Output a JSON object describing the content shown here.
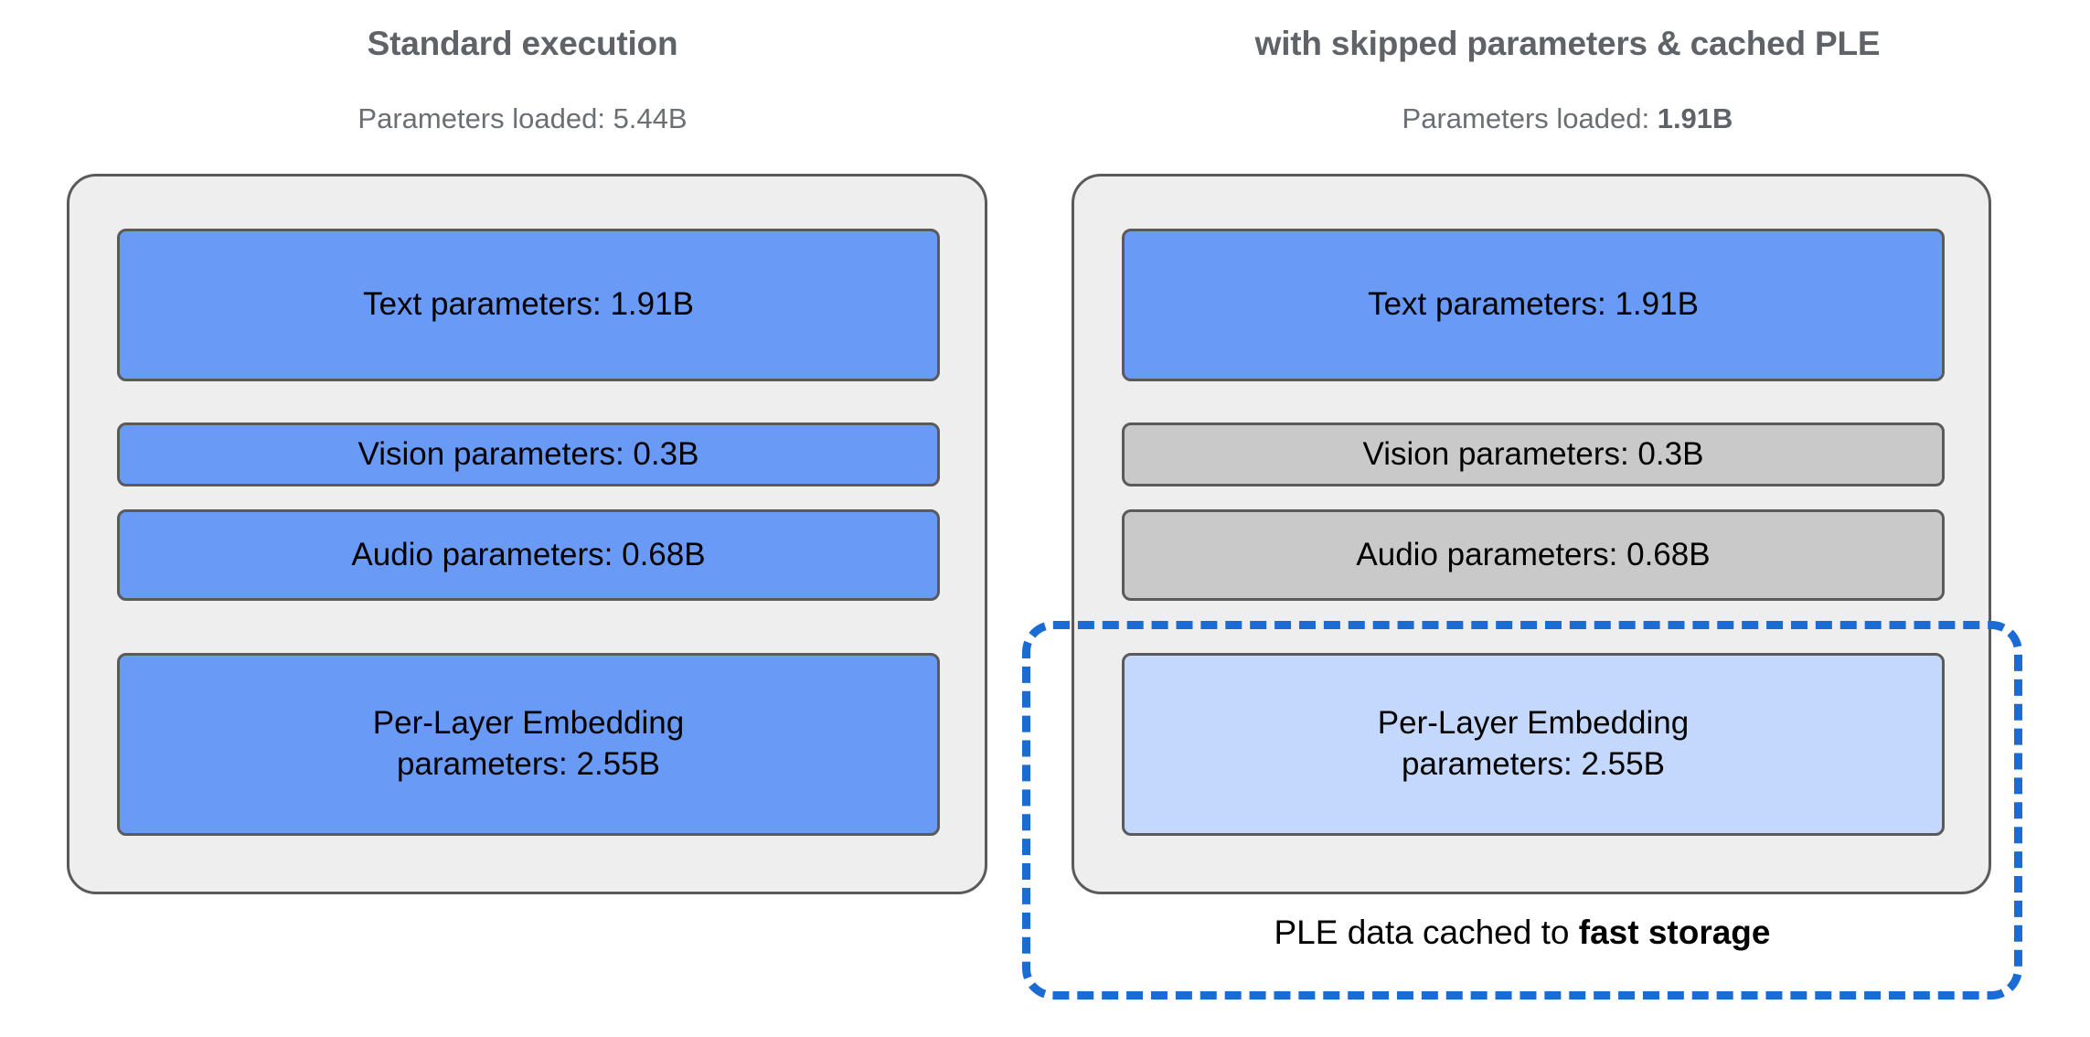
{
  "colors": {
    "blue_fill": "#689af6",
    "light_blue_fill": "#c3d8fc",
    "gray_fill": "#c9c9c9",
    "container_fill": "#eeeeee",
    "outline": "#5a5a5a",
    "accent_dashed": "#1a6cd4",
    "title_text": "#5f6368"
  },
  "left_panel": {
    "title": "Standard execution",
    "subtitle_prefix": "Parameters loaded: ",
    "subtitle_value": "5.44B",
    "subtitle_value_bold": false,
    "blocks": [
      {
        "label": "Text parameters: 1.91B",
        "state": "loaded",
        "fill": "blue"
      },
      {
        "label": "Vision parameters: 0.3B",
        "state": "loaded",
        "fill": "blue"
      },
      {
        "label": "Audio parameters: 0.68B",
        "state": "loaded",
        "fill": "blue"
      },
      {
        "label": "Per-Layer Embedding\nparameters: 2.55B",
        "label_line1": "Per-Layer Embedding",
        "label_line2": "parameters: 2.55B",
        "state": "loaded",
        "fill": "blue"
      }
    ]
  },
  "right_panel": {
    "title": "with skipped parameters & cached PLE",
    "subtitle_prefix": "Parameters loaded: ",
    "subtitle_value": "1.91B",
    "subtitle_value_bold": true,
    "blocks": [
      {
        "label": "Text parameters: 1.91B",
        "state": "loaded",
        "fill": "blue"
      },
      {
        "label": "Vision parameters: 0.3B",
        "state": "skipped",
        "fill": "gray"
      },
      {
        "label": "Audio parameters: 0.68B",
        "state": "skipped",
        "fill": "gray"
      },
      {
        "label": "Per-Layer Embedding\nparameters: 2.55B",
        "label_line1": "Per-Layer Embedding",
        "label_line2": "parameters: 2.55B",
        "state": "cached",
        "fill": "light_blue"
      }
    ],
    "cache_callout": {
      "caption_prefix": "PLE data cached to ",
      "caption_emphasis": "fast storage",
      "border_style": "dashed"
    }
  },
  "chart_data": {
    "type": "bar",
    "title": "Parameter loading comparison",
    "categories": [
      "Text parameters",
      "Vision parameters",
      "Audio parameters",
      "Per-Layer Embedding parameters"
    ],
    "values": [
      1.91,
      0.3,
      0.68,
      2.55
    ],
    "unit": "B",
    "series": [
      {
        "name": "Standard execution",
        "values": [
          1.91,
          0.3,
          0.68,
          2.55
        ],
        "total_loaded": 5.44
      },
      {
        "name": "with skipped parameters & cached PLE",
        "values": [
          1.91,
          0.3,
          0.68,
          2.55
        ],
        "total_loaded": 1.91
      }
    ]
  }
}
